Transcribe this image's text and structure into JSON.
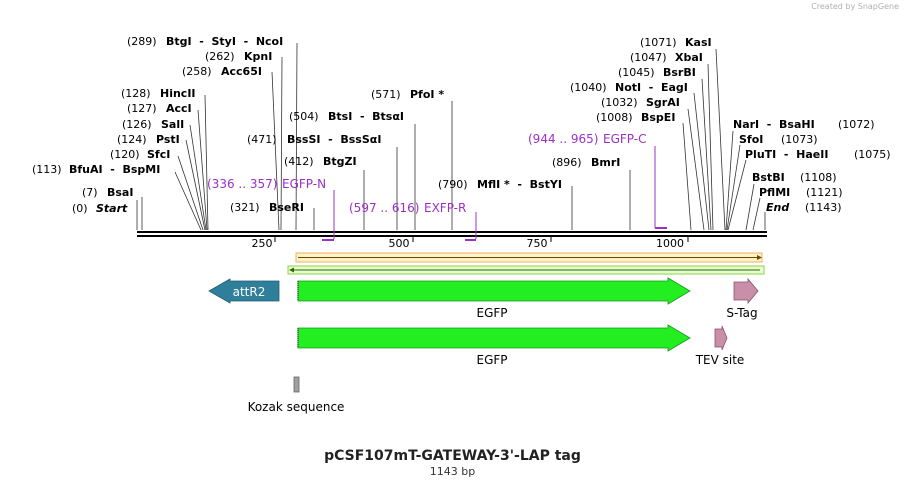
{
  "watermark": "Created by SnapGene",
  "plasmid": {
    "name": "pCSF107mT-GATEWAY-3'-LAP tag",
    "length": "1143 bp"
  },
  "ticks": [
    "250",
    "500",
    "750",
    "1000"
  ],
  "enzymes": [
    {
      "pos": "(0)",
      "name": "Start",
      "italic": true
    },
    {
      "pos": "(7)",
      "name": "BsaI"
    },
    {
      "pos": "(113)",
      "name": "BfuAI  -  BspMI"
    },
    {
      "pos": "(120)",
      "name": "SfcI"
    },
    {
      "pos": "(124)",
      "name": "PstI"
    },
    {
      "pos": "(126)",
      "name": "SalI"
    },
    {
      "pos": "(127)",
      "name": "AccI"
    },
    {
      "pos": "(128)",
      "name": "HincII"
    },
    {
      "pos": "(258)",
      "name": "Acc65I"
    },
    {
      "pos": "(262)",
      "name": "KpnI"
    },
    {
      "pos": "(289)",
      "name": "BtgI  -  StyI  -  NcoI"
    },
    {
      "pos": "(321)",
      "name": "BseRI"
    },
    {
      "pos": "(412)",
      "name": "BtgZI"
    },
    {
      "pos": "(471)",
      "name": "BssSI  -  BssSαI"
    },
    {
      "pos": "(504)",
      "name": "BtsI  -  BtsαI"
    },
    {
      "pos": "(571)",
      "name": "PfoI *"
    },
    {
      "pos": "(790)",
      "name": "MflI *  -  BstYI"
    },
    {
      "pos": "(896)",
      "name": "BmrI"
    },
    {
      "pos": "(1008)",
      "name": "BspEI"
    },
    {
      "pos": "(1032)",
      "name": "SgrAI"
    },
    {
      "pos": "(1040)",
      "name": "NotI  -  EagI"
    },
    {
      "pos": "(1045)",
      "name": "BsrBI"
    },
    {
      "pos": "(1047)",
      "name": "XbaI"
    },
    {
      "pos": "(1071)",
      "name": "KasI"
    },
    {
      "pos": "(1072)",
      "name": "NarI  -  BsaHI"
    },
    {
      "pos": "(1073)",
      "name": "SfoI"
    },
    {
      "pos": "(1075)",
      "name": "PluTI  -  HaeII"
    },
    {
      "pos": "(1108)",
      "name": "BstBI"
    },
    {
      "pos": "(1121)",
      "name": "PflMI"
    },
    {
      "pos": "(1143)",
      "name": "End",
      "italic": true
    }
  ],
  "primers": [
    {
      "range": "(336 .. 357)",
      "name": "EGFP-N"
    },
    {
      "range": "(597 .. 616)",
      "name": "EXFP-R"
    },
    {
      "range": "(944 .. 965)",
      "name": "EGFP-C"
    }
  ],
  "features": [
    {
      "name": "attR2",
      "color": "#2f7f9a"
    },
    {
      "name": "EGFP",
      "color": "#22ee22"
    },
    {
      "name": "S-Tag",
      "color": "#c98ea8"
    },
    {
      "name": "EGFP",
      "color": "#22ee22"
    },
    {
      "name": "TEV site",
      "color": "#c98ea8"
    },
    {
      "name": "Kozak sequence",
      "color": "#a0a0a0"
    }
  ],
  "colors": {
    "primer": "#9b30c8",
    "enzyme_text": "#000000",
    "backbone": "#000000"
  }
}
